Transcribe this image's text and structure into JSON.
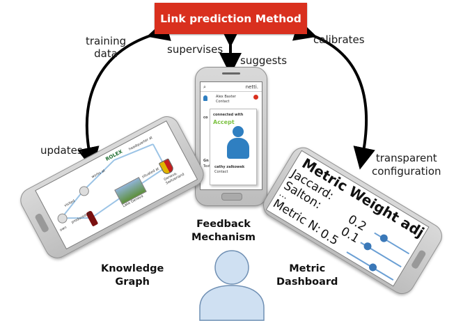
{
  "link_method": {
    "label": "Link prediction Method"
  },
  "arrows": {
    "training": "training\ndata",
    "supervises": "supervises",
    "suggests": "suggests",
    "calibrates": "calibrates",
    "updates": "updates",
    "transparent": "transparent\nconfiguration"
  },
  "nodes": {
    "feedback": "Feedback\nMechanism",
    "knowledge_graph": "Knowledge\nGraph",
    "metric_dashboard": "Metric\nDashboard"
  },
  "center_phone": {
    "app_name": "netti.",
    "contact_name": "Alex Baxter",
    "contact_sub": "Contact",
    "connected_with": "connected with",
    "accept": "Accept",
    "person_name": "cathy zalkowek",
    "person_sub": "Contact",
    "side_a": "Gn",
    "side_b": "Text",
    "side_c": "co"
  },
  "kg_phone": {
    "rolex": "ROLEX",
    "visited": "visited",
    "works_at": "works at",
    "headquarter_at": "headquarter at",
    "situated_at": "situated at",
    "produced_at": "produced at",
    "own": "own",
    "lake_geneva": "Lake Geneva",
    "geneva": "Geneva,\nSwitzerland"
  },
  "metric_phone": {
    "title": "Metric Weight adj.",
    "rows": [
      {
        "name": "Jaccard:",
        "value": ""
      },
      {
        "name": "Salton:",
        "value": "0.2"
      },
      {
        "name": "...",
        "value": "0.1"
      },
      {
        "name": "Metric N:",
        "value": "0.5"
      }
    ]
  },
  "colors": {
    "accent_red": "#d9301e",
    "accept_green": "#7dc242",
    "person_blue": "#2f7fc1",
    "person_light": "#cfe0f2"
  }
}
